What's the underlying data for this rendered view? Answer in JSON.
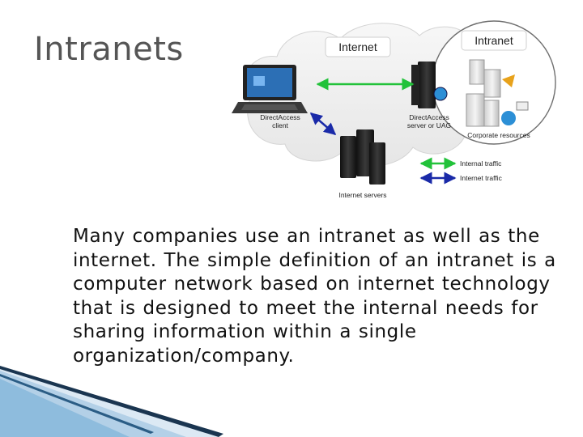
{
  "slide": {
    "title": "Intranets",
    "body": "Many companies use an intranet as well as the internet. The simple definition of an intranet is a computer network based on internet technology that is designed to meet the internal needs for sharing information within a single organization/company."
  },
  "diagram": {
    "labels": {
      "internet": "Internet",
      "intranet": "Intranet",
      "client_line1": "DirectAccess",
      "client_line2": "client",
      "server_line1": "DirectAccess",
      "server_line2": "server or UAG",
      "corporate": "Corporate resources",
      "internet_servers": "Internet servers"
    },
    "legend": {
      "internal": "Internal traffic",
      "internet": "Internet traffic"
    },
    "colors": {
      "internal": "#22c23a",
      "internet": "#1a2aa8"
    }
  },
  "theme": {
    "title_color": "#555555",
    "accent_dark": "#1a3550",
    "accent_light": "#7fb4d8"
  }
}
